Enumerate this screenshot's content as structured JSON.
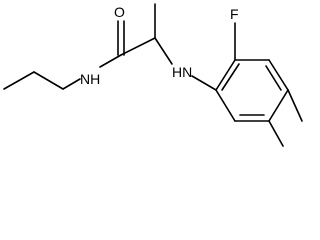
{
  "molecule": {
    "atoms": {
      "oxygen": "O",
      "amide_nitrogen": "NH",
      "amine_nitrogen": "HN",
      "fluorine": "F"
    }
  },
  "colors": {
    "bond": "#000000",
    "label": "#000000",
    "background": "#ffffff"
  }
}
